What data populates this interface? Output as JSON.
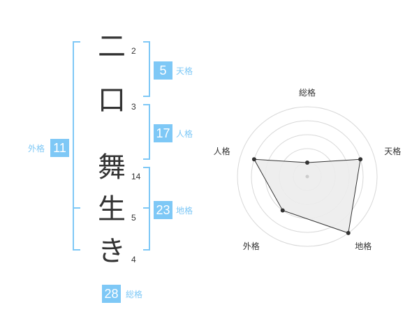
{
  "colors": {
    "accent": "#7ec8f6",
    "label": "#7ec8f6",
    "text": "#333333",
    "radar_fill": "#ececec",
    "radar_line": "#333333",
    "grid": "#d8d8d8"
  },
  "name": {
    "characters": [
      {
        "char": "二",
        "strokes": "2"
      },
      {
        "char": "口",
        "strokes": "3"
      },
      {
        "char": "舞",
        "strokes": "14"
      },
      {
        "char": "生",
        "strokes": "5"
      },
      {
        "char": "き",
        "strokes": "4"
      }
    ]
  },
  "fortunes": {
    "tenkaku": {
      "label": "天格",
      "value": "5"
    },
    "jinkaku": {
      "label": "人格",
      "value": "17"
    },
    "chikaku": {
      "label": "地格",
      "value": "23"
    },
    "gaikaku": {
      "label": "外格",
      "value": "11"
    },
    "soukaku": {
      "label": "総格",
      "value": "28"
    }
  },
  "chart_data": {
    "type": "radar",
    "axes": [
      "総格",
      "天格",
      "地格",
      "外格",
      "人格"
    ],
    "levels": 5,
    "range": [
      0,
      5
    ],
    "values": [
      1,
      4,
      5,
      3,
      4
    ]
  }
}
